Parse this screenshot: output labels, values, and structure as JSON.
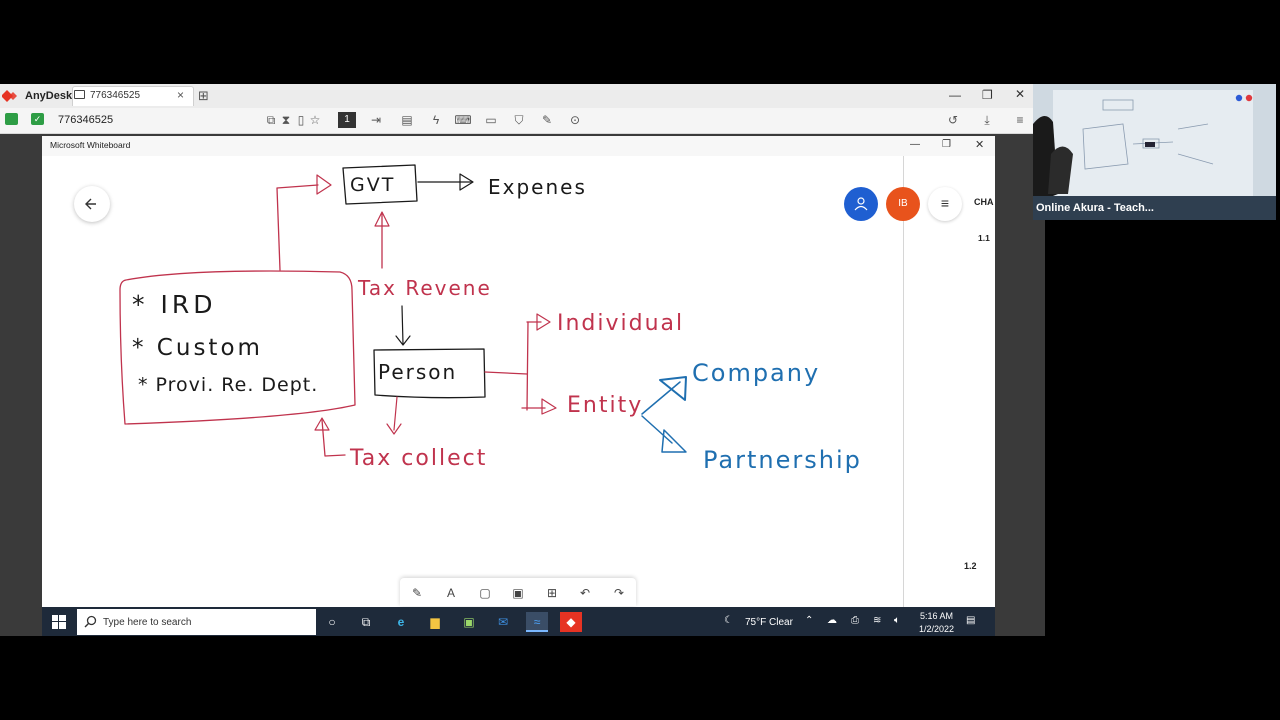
{
  "anydesk": {
    "brand": "AnyDesk",
    "tab_title": "776346525",
    "address_value": "776346525",
    "session_indicator": "1"
  },
  "whiteboard": {
    "window_title": "Microsoft Whiteboard",
    "avatar_initials": "IB",
    "panel_header": "CHA",
    "panel_items": [
      "1.1",
      "1.2"
    ],
    "diagram": {
      "gvt": "GVT",
      "expenses": "Expenes",
      "tax_revenue": "Tax Revene",
      "ird": "* IRD",
      "custom": "* Custom",
      "provi": "* Provi. Re. Dept.",
      "person": "Person",
      "tax_collect": "Tax collect",
      "individual": "Individual",
      "entity": "Entity",
      "company": "Company",
      "partnership": "Partnership"
    }
  },
  "taskbar": {
    "search_placeholder": "Type here to search",
    "weather": "75°F  Clear",
    "time": "5:16 AM",
    "date": "1/2/2022"
  },
  "webcam": {
    "label": "Online Akura - Teach..."
  },
  "colors": {
    "ink_red": "#c0334d",
    "ink_blue": "#1f6fb0",
    "ink_black": "#1a1a1a",
    "avatar_blue": "#1f5fd1",
    "avatar_orange": "#e8531c",
    "anydesk_red": "#e63323",
    "taskbar": "#1e2a3a"
  }
}
